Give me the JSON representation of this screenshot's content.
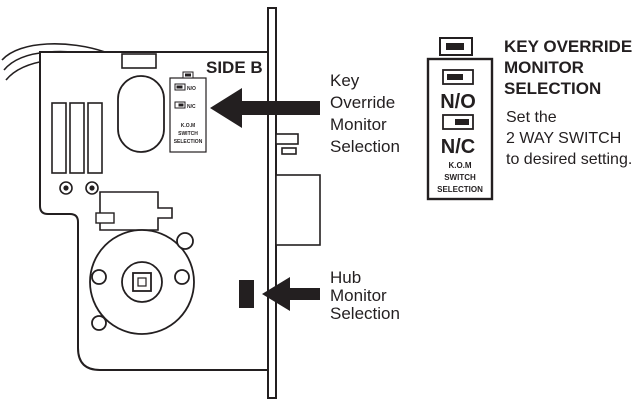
{
  "diagram": {
    "lock_body": {
      "side_label": "SIDE B",
      "small_switch_labels": [
        "N/O",
        "N/C",
        "K.O.M",
        "SWITCH",
        "SELECTION"
      ]
    },
    "callouts": {
      "key_override": [
        "Key",
        "Override",
        "Monitor",
        "Selection"
      ],
      "hub_monitor": [
        "Hub",
        "Monitor",
        "Selection"
      ]
    },
    "detail_panel": {
      "no_label": "N/O",
      "nc_label": "N/C",
      "kom_label": "K.O.M",
      "switch_label": "SWITCH",
      "selection_label": "SELECTION"
    },
    "instructions": {
      "heading": [
        "KEY OVERRIDE",
        "MONITOR",
        "SELECTION"
      ],
      "body": [
        "Set the",
        "2 WAY SWITCH",
        "to desired setting."
      ]
    }
  }
}
